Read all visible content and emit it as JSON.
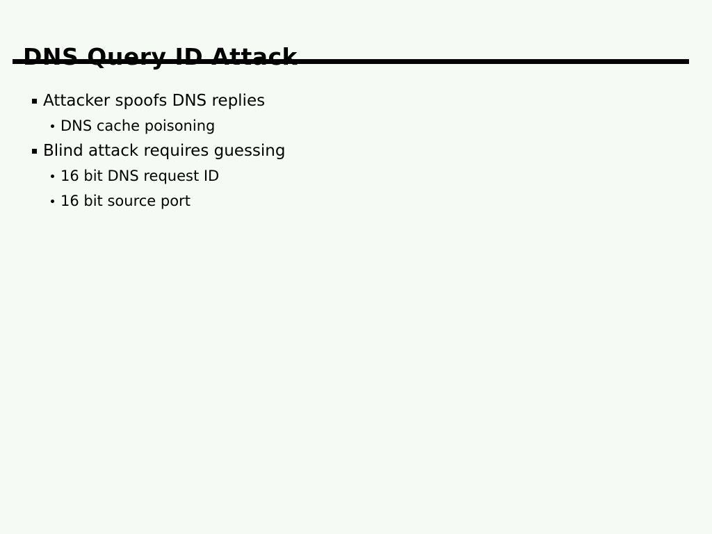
{
  "slide": {
    "title": "DNS Query ID Attack",
    "bullets": [
      {
        "level": 1,
        "text": "Attacker spoofs DNS replies"
      },
      {
        "level": 2,
        "text": "DNS cache poisoning"
      },
      {
        "level": 1,
        "text": "Blind attack requires guessing"
      },
      {
        "level": 2,
        "text": "16 bit DNS request ID"
      },
      {
        "level": 2,
        "text": "16 bit source port"
      }
    ],
    "colors": {
      "background": "#f5faf4",
      "text": "#000000",
      "rule": "#000000"
    }
  }
}
